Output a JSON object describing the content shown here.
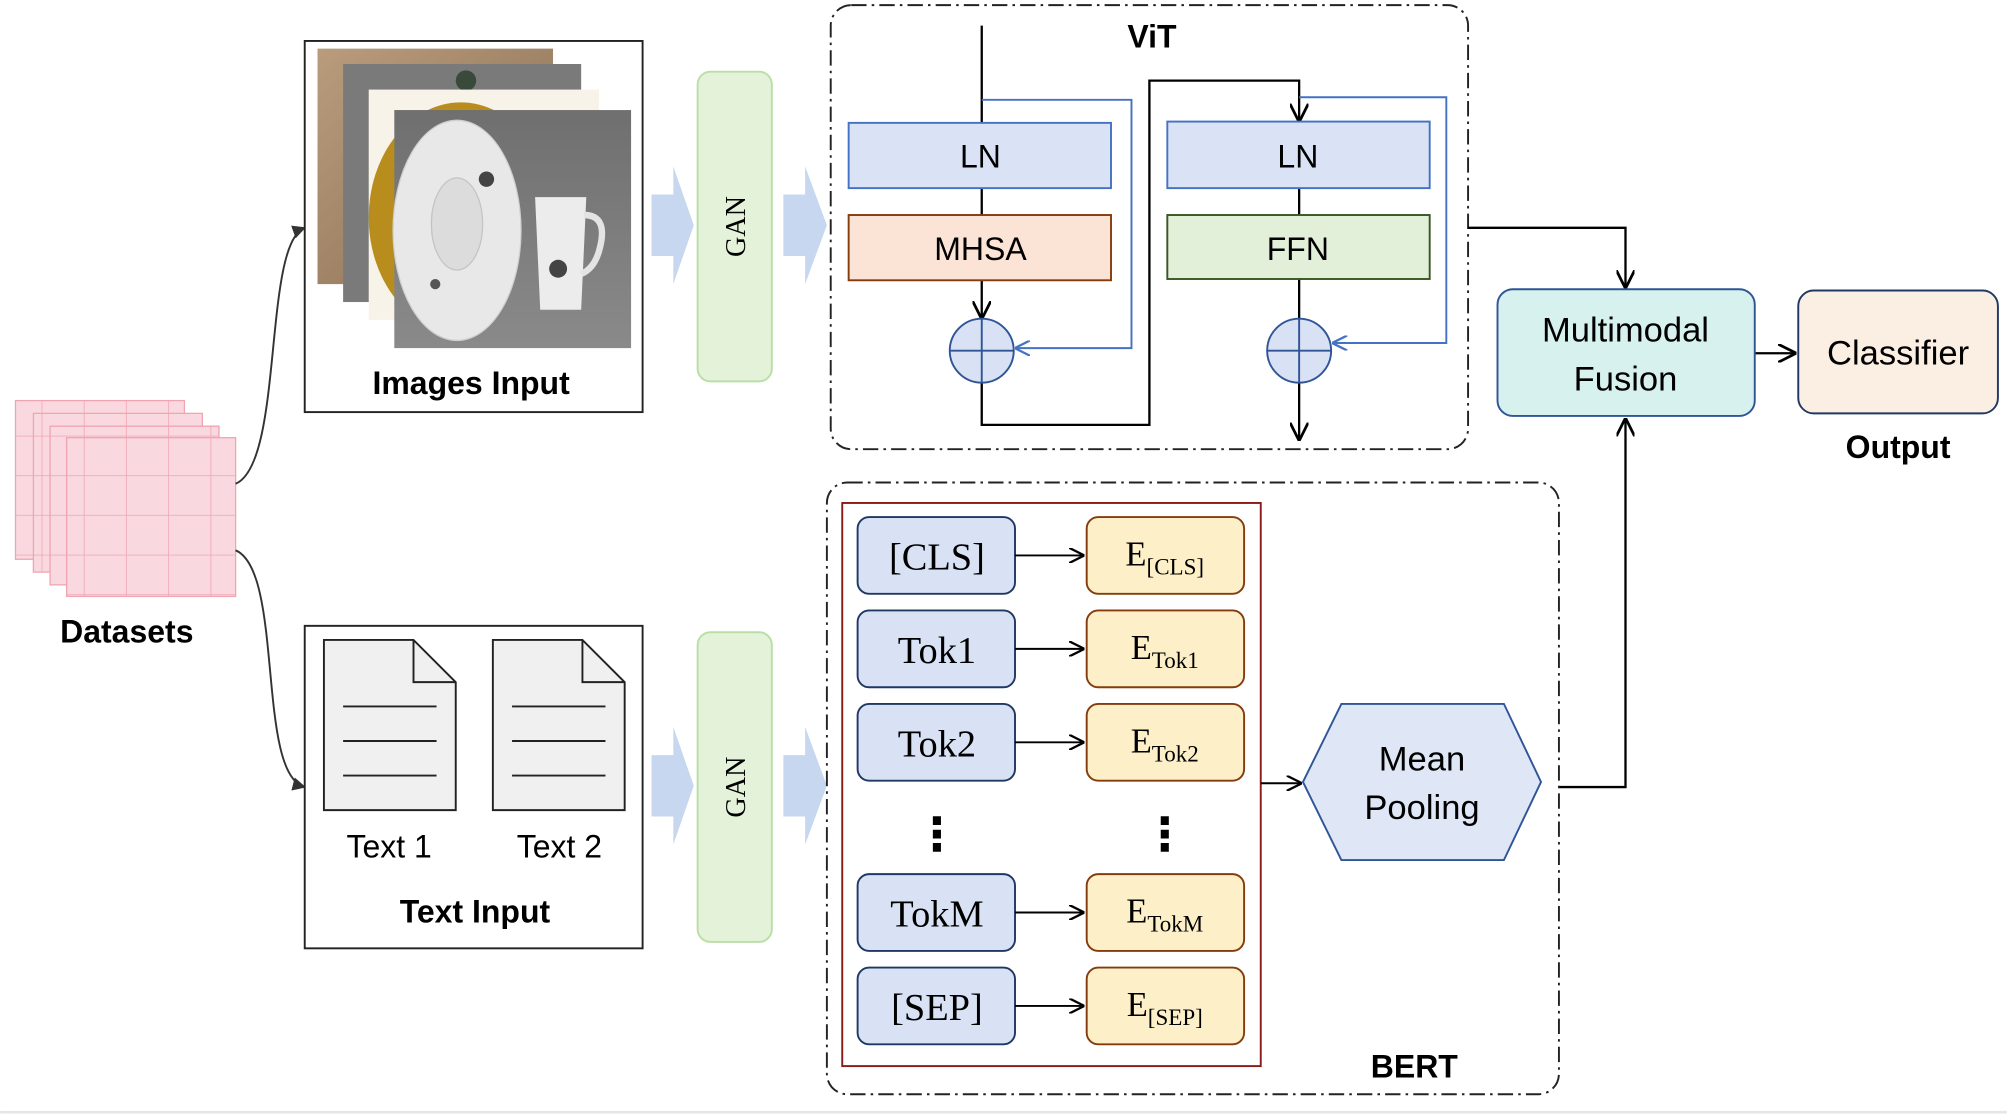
{
  "datasets": {
    "label": "Datasets"
  },
  "images_input": {
    "label": "Images Input"
  },
  "text_input": {
    "label": "Text Input",
    "docs": [
      "Text 1",
      "Text 2"
    ]
  },
  "gan": {
    "label": "GAN"
  },
  "vit": {
    "title": "ViT",
    "block1": {
      "norm": "LN",
      "attn": "MHSA"
    },
    "block2": {
      "norm": "LN",
      "ffn": "FFN"
    }
  },
  "bert": {
    "title": "BERT",
    "tokens": [
      {
        "tok": "[CLS]",
        "emb_base": "E",
        "emb_sub": "[CLS]"
      },
      {
        "tok": "Tok1",
        "emb_base": "E",
        "emb_sub": "Tok1"
      },
      {
        "tok": "Tok2",
        "emb_base": "E",
        "emb_sub": "Tok2"
      },
      {
        "tok": "TokM",
        "emb_base": "E",
        "emb_sub": "TokM"
      },
      {
        "tok": "[SEP]",
        "emb_base": "E",
        "emb_sub": "[SEP]"
      }
    ],
    "ellipsis": "⋮",
    "pooling": [
      "Mean",
      "Pooling"
    ]
  },
  "fusion": {
    "lines": [
      "Multimodal",
      "Fusion"
    ]
  },
  "classifier": {
    "label": "Classifier"
  },
  "output": {
    "label": "Output"
  },
  "colors": {
    "dataset_pink": "#f9d9df",
    "dataset_grid": "#f0a3b0",
    "gan_green": "#e3f2d9",
    "ln_blue": "#dae3f5",
    "mhsa_orange": "#fbe4d6",
    "ffn_green": "#e2efd9",
    "token_blue": "#d9e2f4",
    "emb_yellow": "#fdf0c9",
    "fusion_teal": "#d6f1ee",
    "classifier_peach": "#fbeee3",
    "skip_blue": "#4472c4"
  }
}
